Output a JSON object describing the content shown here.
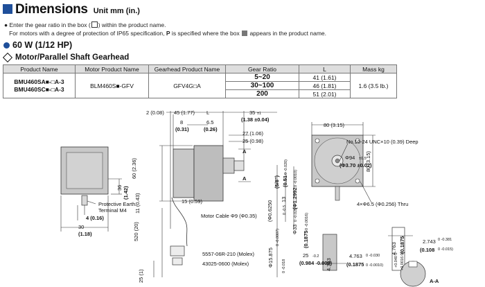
{
  "header": {
    "title": "Dimensions",
    "unit": "Unit mm (in.)"
  },
  "notes": {
    "line1_a": "Enter the gear ratio in the box (",
    "line1_b": ") within the product name.",
    "line2_a": "For motors with a degree of protection of IP65 specification, ",
    "line2_p": "P",
    "line2_b": " is specified where the box ",
    "line2_c": " appears in the product name."
  },
  "power": "60 W (1/12 HP)",
  "section": "Motor/Parallel Shaft Gearhead",
  "table": {
    "headers": [
      "Product Name",
      "Motor Product Name",
      "Gearhead Product Name",
      "Gear Ratio",
      "L",
      "Mass kg"
    ],
    "product_names": [
      "BMU460SA■-□A-3",
      "BMU460SC■-□A-3"
    ],
    "motor": "BLM460S■-GFV",
    "gearhead": "GFV4G□A",
    "mass": "1.6 (3.5 lb.)",
    "rows": [
      {
        "ratio": "5~20",
        "l": "41 (1.61)"
      },
      {
        "ratio": "30~100",
        "l": "46 (1.81)"
      },
      {
        "ratio": "200",
        "l": "51 (2.01)"
      }
    ]
  },
  "drawing": {
    "dim_2": "2 (0.08)",
    "dim_45": "45 (1.77)",
    "dim_L": "L",
    "dim_35": "35",
    "tol_35": "±1",
    "dim_35_in": "(1.38 ±0.04)",
    "dim_8": "8",
    "dim_8_in": "(0.31)",
    "dim_6_5": "6.5",
    "dim_6_5_in": "(0.26)",
    "dim_27": "27 (1.06)",
    "dim_25": "25 (0.98)",
    "label_A": "A",
    "dim_60": "60 (2.36)",
    "dim_36": "36",
    "dim_36_in": "(1.42)",
    "label_pe": "Protective Earth",
    "label_pe2": "Terminal M4",
    "dim_4": "4 (0.16)",
    "dim_30": "30",
    "dim_30_in": "(1.18)",
    "dim_15": "15 (0.59)",
    "dim_11": "11 (0.43)",
    "label_cable": "Motor Cable Φ9 (Φ0.35)",
    "dim_520": "520 (20)",
    "dim_25v": "25 (1)",
    "label_molex1": "5557-06R-210 (Molex)",
    "label_molex2": "43025-0600 (Molex)",
    "dim_15_875": "Φ15.875",
    "tol_15_875": "0 -0.018",
    "dim_0_6250": "(Φ0.6250",
    "tol_0_6250": "0 -0.0007)",
    "dim_5_8": "(5/8\")",
    "dim_13": "13",
    "tol_13": "0 -0.5",
    "dim_0_51": "(0.51",
    "tol_0_51": "0 -0.020)",
    "dim_33": "Φ33",
    "tol_33": "0 -0.025",
    "dim_1_2992": "(Φ1.2992",
    "tol_1_2992": "0 -0.0010)",
    "dim_0_1875a": "(0.1875",
    "tol_0_1875a": "0 -0.0016)",
    "dim_80": "80 (3.15)",
    "dim_80v": "80 (3.15)",
    "label_unc": "No.10-24 UNC×10 (0.39) Deep",
    "dim_94": "Φ94",
    "tol_94": "±0.5",
    "dim_94_in": "(Φ3.70 ±0.02)",
    "label_thru": "4×Φ6.5 (Φ0.256) Thru",
    "dim_25b": "25",
    "tol_25b": "-0.2",
    "dim_0_984": "(0.984 -0.008)",
    "dim_4_763": "4.763",
    "tol_4_763": "0 -0.030",
    "dim_0_1875b": "(0.1875",
    "tol_0_1875b": "0 -0.0010)",
    "dim_4_763v": "4.763",
    "tol_4_763v": "+0.040 0",
    "dim_0_1875c": "(0.1875",
    "tol_0_1875c": "+0.0016 0)",
    "dim_2_743": "2.743",
    "tol_2_743": "0 -0.381",
    "dim_0_108": "(0.108",
    "tol_0_108": "0 -0.015)",
    "dim_4_763w": "4.763",
    "section_AA": "A-A"
  }
}
